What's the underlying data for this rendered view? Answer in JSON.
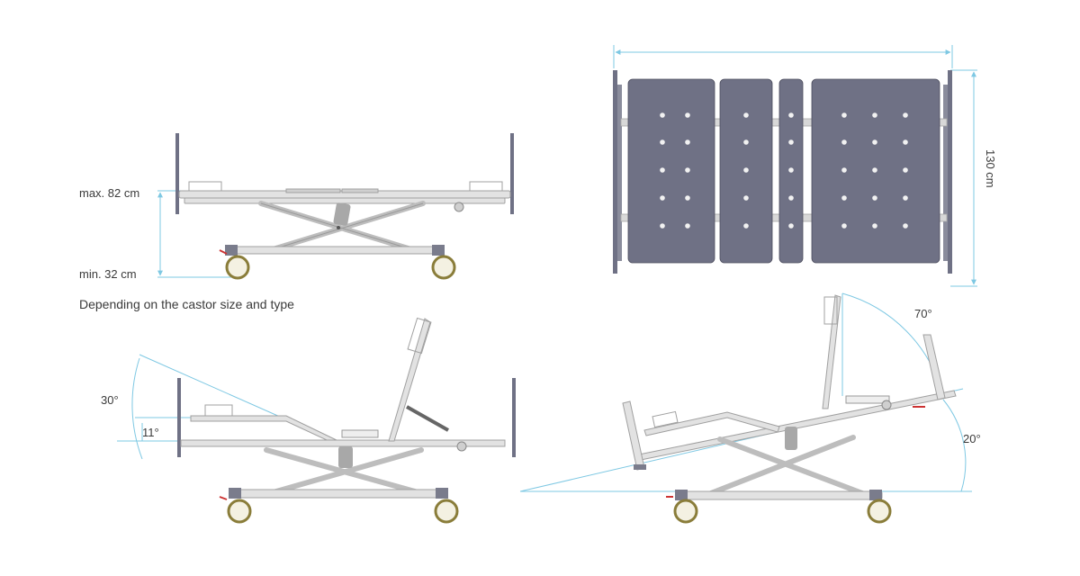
{
  "labels": {
    "max_height": "max. 82 cm",
    "min_height": "min. 32 cm",
    "castor_note": "Depending on the castor size and type",
    "width": "130 cm",
    "angle_backrest": "30°",
    "angle_footrest": "11°",
    "angle_top": "70°",
    "angle_bottom": "20°"
  },
  "colors": {
    "frame": "#dcdcdc",
    "frame_edge": "#9a9a9a",
    "board": "#6f7185",
    "board_edge": "#4c4d5e",
    "dim_line": "#7ec8e3",
    "wheel_ring": "#8a7d3a",
    "wheel_fill": "#f4f1e2",
    "actuator": "#a0a0a0",
    "brake": "#cc3333"
  }
}
